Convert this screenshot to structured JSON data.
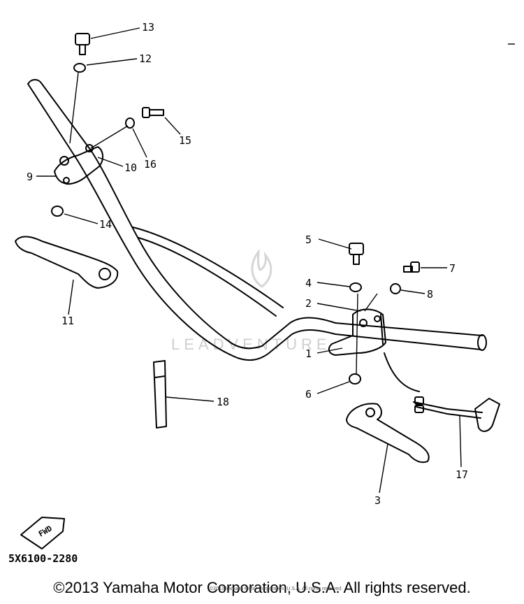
{
  "diagram": {
    "callouts": [
      "13",
      "12",
      "15",
      "16",
      "10",
      "9",
      "14",
      "11",
      "5",
      "7",
      "4",
      "8",
      "2",
      "1",
      "6",
      "18",
      "17",
      "3"
    ],
    "watermark_text": "LEADVENTURE",
    "arrow_badge_text": "FWD",
    "drawing_code": "5X6100-2280",
    "copyright": "©2013 Yamaha Motor Corporation, U.S.A. All rights reserved.",
    "caption_small": "©2013 Yamaha Motor Corporation, U.S.A. All rights reserved."
  }
}
